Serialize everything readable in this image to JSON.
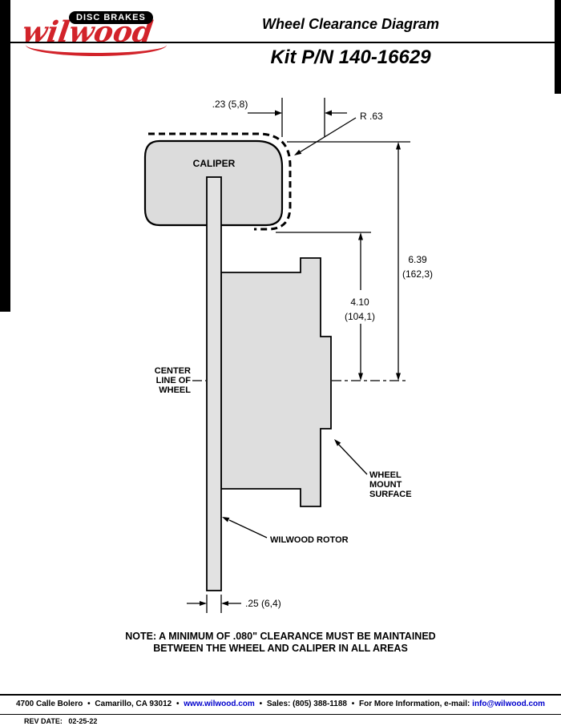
{
  "header": {
    "brand_badge": "DISC BRAKES",
    "brand_name": "wilwood",
    "title": "Wheel Clearance Diagram",
    "kit_pn": "Kit P/N 140-16629"
  },
  "diagram": {
    "caliper_label": "CALIPER",
    "dim_clearance": ".23 (5,8)",
    "radius_label": "R .63",
    "dim_caliper_to_centerline": [
      "6.39",
      "(162,3)"
    ],
    "dim_mount_to_centerline": [
      "4.10",
      "(104,1)"
    ],
    "centerline_lines": [
      "CENTER",
      "LINE OF",
      "WHEEL"
    ],
    "wheel_mount_lines": [
      "WHEEL",
      "MOUNT",
      "SURFACE"
    ],
    "rotor_label": "WILWOOD ROTOR",
    "dim_rotor_width": ".25 (6,4)",
    "note_lines": [
      "NOTE: A MINIMUM OF .080\" CLEARANCE MUST BE MAINTAINED",
      "BETWEEN THE WHEEL AND CALIPER IN ALL AREAS"
    ]
  },
  "footer": {
    "separator": "•",
    "address": "4700 Calle Bolero",
    "city": "Camarillo, CA 93012",
    "website": "www.wilwood.com",
    "sales": "Sales: (805) 388-1188",
    "info_prefix": "For More Information, e-mail:",
    "email": "info@wilwood.com",
    "rev_label": "REV DATE:",
    "rev_value": "02-25-22"
  }
}
